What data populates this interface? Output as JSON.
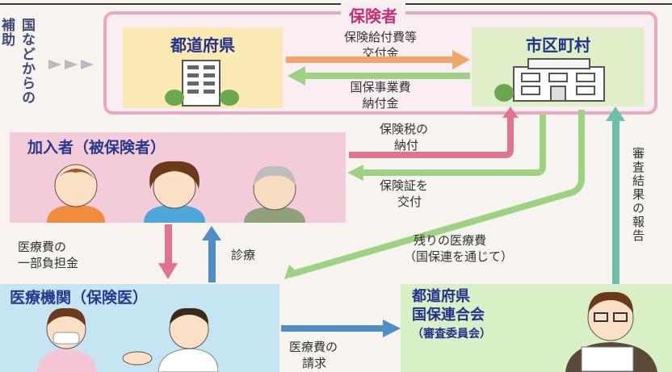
{
  "side_label": "国などからの補助",
  "insurer": {
    "title": "保険者",
    "prefecture": "都道府県",
    "municipality": "市区町村",
    "flow_top": [
      "保険給付費等",
      "交付金"
    ],
    "flow_bottom": [
      "国保事業費",
      "納付金"
    ]
  },
  "members": {
    "title": "加入者（被保険者）"
  },
  "flows": {
    "tax": [
      "保険税の",
      "納付"
    ],
    "card": [
      "保険証を",
      "交付"
    ],
    "copay": [
      "医療費の",
      "一部負担金"
    ],
    "treatment": "診療",
    "remaining": [
      "残りの医療費",
      "（国保連を通じて）"
    ],
    "claim": [
      "医療費の",
      "請求"
    ],
    "report": "審査結果の報告"
  },
  "medical": {
    "title": "医療機関（保険医）"
  },
  "federation": {
    "title_1": "都道府県",
    "title_2": "国保連合会",
    "subtitle": "（審査委員会）"
  },
  "colors": {
    "arrow_orange": "#f0a86a",
    "arrow_green": "#9ed282",
    "arrow_pink": "#e0748e",
    "arrow_blue": "#4d8ec6",
    "arrow_teal": "#6cc0a8"
  }
}
